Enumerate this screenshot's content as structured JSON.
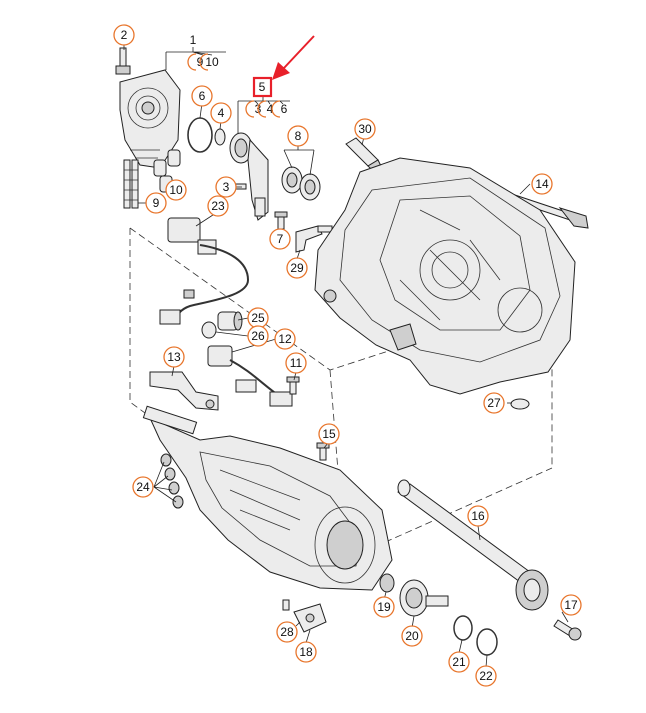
{
  "diagram": {
    "callouts": [
      {
        "id": "c2",
        "label": "2"
      },
      {
        "id": "c1",
        "label": "1"
      },
      {
        "id": "c9a",
        "label": "9"
      },
      {
        "id": "c10a",
        "label": "10"
      },
      {
        "id": "c5",
        "label": "5"
      },
      {
        "id": "c6a",
        "label": "6"
      },
      {
        "id": "c4a",
        "label": "4"
      },
      {
        "id": "c3a",
        "label": "3"
      },
      {
        "id": "c4b",
        "label": "4"
      },
      {
        "id": "c6b",
        "label": "6"
      },
      {
        "id": "c30",
        "label": "30"
      },
      {
        "id": "c8",
        "label": "8"
      },
      {
        "id": "c14",
        "label": "14"
      },
      {
        "id": "c10b",
        "label": "10"
      },
      {
        "id": "c3b",
        "label": "3"
      },
      {
        "id": "c9b",
        "label": "9"
      },
      {
        "id": "c23",
        "label": "23"
      },
      {
        "id": "c7",
        "label": "7"
      },
      {
        "id": "c29",
        "label": "29"
      },
      {
        "id": "c25",
        "label": "25"
      },
      {
        "id": "c26",
        "label": "26"
      },
      {
        "id": "c12",
        "label": "12"
      },
      {
        "id": "c13",
        "label": "13"
      },
      {
        "id": "c11",
        "label": "11"
      },
      {
        "id": "c27",
        "label": "27"
      },
      {
        "id": "c15",
        "label": "15"
      },
      {
        "id": "c24",
        "label": "24"
      },
      {
        "id": "c16",
        "label": "16"
      },
      {
        "id": "c19",
        "label": "19"
      },
      {
        "id": "c17",
        "label": "17"
      },
      {
        "id": "c28",
        "label": "28"
      },
      {
        "id": "c20",
        "label": "20"
      },
      {
        "id": "c18",
        "label": "18"
      },
      {
        "id": "c21",
        "label": "21"
      },
      {
        "id": "c22",
        "label": "22"
      }
    ],
    "highlight": {
      "label": "5",
      "color": "#e8202a"
    },
    "callout_color": "#e8762d"
  }
}
